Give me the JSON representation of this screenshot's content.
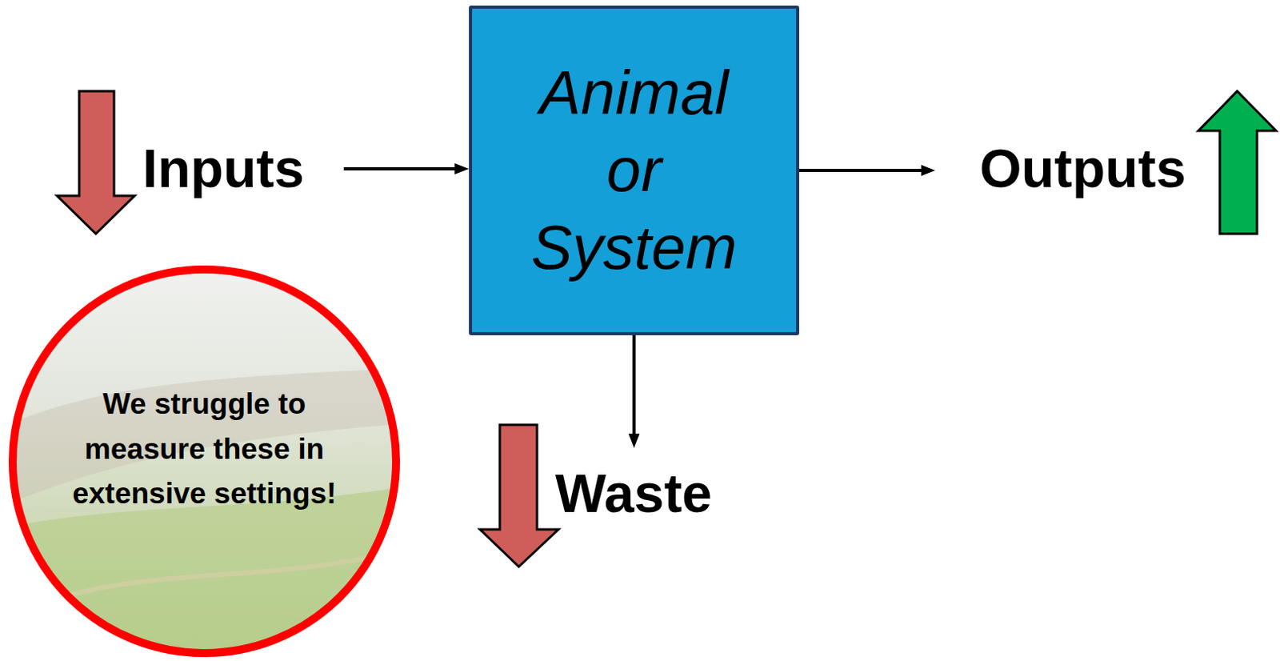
{
  "diagram": {
    "nodes": [
      {
        "text": [
          "Inputs"
        ]
      },
      {
        "text": [
          "Animal or System"
        ]
      },
      {
        "text": [
          "Outputs"
        ]
      },
      {
        "text": [
          "We struggle to measure these in extensive settings!"
        ]
      },
      {
        "text": [
          "Waste"
        ]
      }
    ],
    "edges": [
      {
        "from": 0,
        "to": 1,
        "arrow": "to"
      },
      {
        "from": 1,
        "to": 2,
        "arrow": "to"
      },
      {
        "from": 1,
        "to": 4,
        "arrow": "to"
      }
    ]
  }
}
